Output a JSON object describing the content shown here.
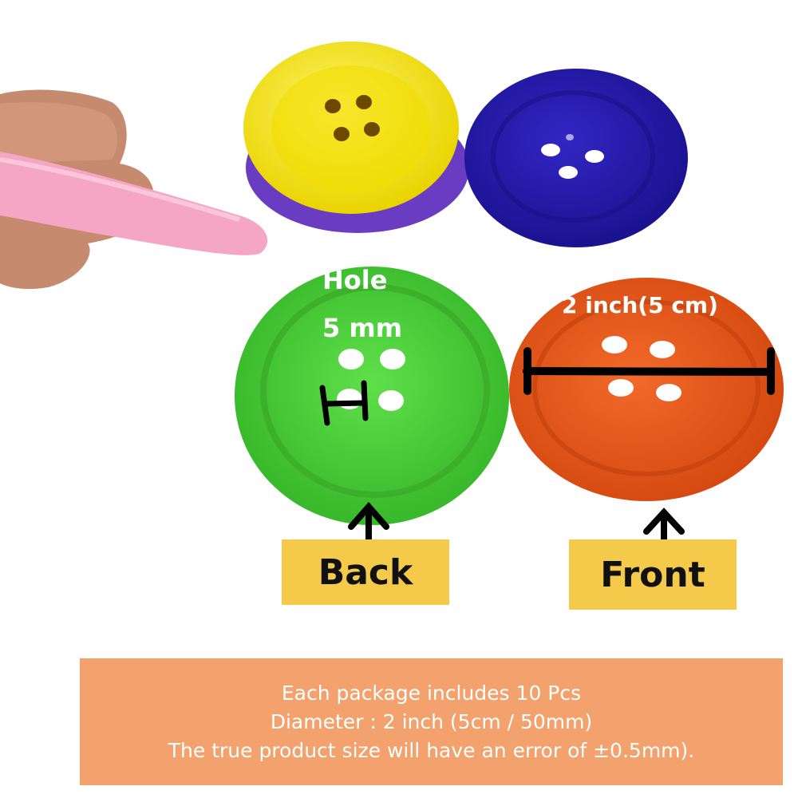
{
  "annotations": {
    "hole_label_line1": "Hole",
    "hole_label_line2": "5 mm",
    "diameter_label": "2 inch(5 cm)",
    "back_label": "Back",
    "front_label": "Front"
  },
  "info_box": {
    "lines": [
      "Each package includes 10 Pcs",
      "Diameter : 2 inch (5cm / 50mm)",
      "The true product size will have an error of ±0.5mm)."
    ]
  },
  "colors": {
    "yellow_button": "#f7e81c",
    "purple_button": "#6a3cc2",
    "blue_button": "#2a1fb0",
    "green_button": "#4cd43a",
    "orange_button": "#f05a1a",
    "pink_stick": "#f4a6c4",
    "tag": "#f5c94a",
    "info_box": "#f3a26d"
  }
}
